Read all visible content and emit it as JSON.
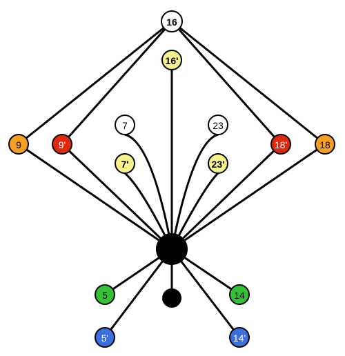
{
  "colors": {
    "white": "#ffffff",
    "yellow": "#f7f28a",
    "orange": "#f5a023",
    "red": "#e0280f",
    "green": "#33c233",
    "blue": "#3b6fe0",
    "black": "#000000"
  },
  "nodes": [
    {
      "id": "n16",
      "label": "16",
      "fill": "white",
      "text": "#000000",
      "bold": true
    },
    {
      "id": "n16p",
      "label": "16'",
      "fill": "yellow",
      "text": "#000000",
      "bold": true
    },
    {
      "id": "n7",
      "label": "7",
      "fill": "white",
      "text": "#000000",
      "bold": false
    },
    {
      "id": "n23",
      "label": "23",
      "fill": "white",
      "text": "#000000",
      "bold": false
    },
    {
      "id": "n7p",
      "label": "7'",
      "fill": "yellow",
      "text": "#000000",
      "bold": true
    },
    {
      "id": "n23p",
      "label": "23'",
      "fill": "yellow",
      "text": "#000000",
      "bold": true
    },
    {
      "id": "n9",
      "label": "9",
      "fill": "orange",
      "text": "#000000",
      "bold": false
    },
    {
      "id": "n9p",
      "label": "9'",
      "fill": "red",
      "text": "#ffffff",
      "bold": false
    },
    {
      "id": "n18p",
      "label": "18'",
      "fill": "red",
      "text": "#ffffff",
      "bold": false
    },
    {
      "id": "n18",
      "label": "18",
      "fill": "orange",
      "text": "#000000",
      "bold": false
    },
    {
      "id": "n5",
      "label": "5",
      "fill": "green",
      "text": "#000000",
      "bold": false
    },
    {
      "id": "n14",
      "label": "14",
      "fill": "green",
      "text": "#000000",
      "bold": false
    },
    {
      "id": "n5p",
      "label": "5'",
      "fill": "blue",
      "text": "#ffffff",
      "bold": false
    },
    {
      "id": "n14p",
      "label": "14'",
      "fill": "blue",
      "text": "#ffffff",
      "bold": false
    },
    {
      "id": "hub",
      "label": "",
      "fill": "black",
      "text": "#ffffff",
      "bold": false
    },
    {
      "id": "small",
      "label": "",
      "fill": "black",
      "text": "#ffffff",
      "bold": false
    }
  ],
  "edges": [
    [
      "n16",
      "n9"
    ],
    [
      "n16",
      "n9p"
    ],
    [
      "n16",
      "n18p"
    ],
    [
      "n16",
      "n18"
    ],
    [
      "n16p",
      "hub"
    ],
    [
      "n7",
      "hub"
    ],
    [
      "n23",
      "hub"
    ],
    [
      "n7p",
      "hub"
    ],
    [
      "n23p",
      "hub"
    ],
    [
      "n9",
      "hub"
    ],
    [
      "n9p",
      "hub"
    ],
    [
      "n18p",
      "hub"
    ],
    [
      "n18",
      "hub"
    ],
    [
      "hub",
      "small"
    ],
    [
      "hub",
      "n5"
    ],
    [
      "hub",
      "n14"
    ],
    [
      "hub",
      "n5p"
    ],
    [
      "hub",
      "n14p"
    ]
  ]
}
